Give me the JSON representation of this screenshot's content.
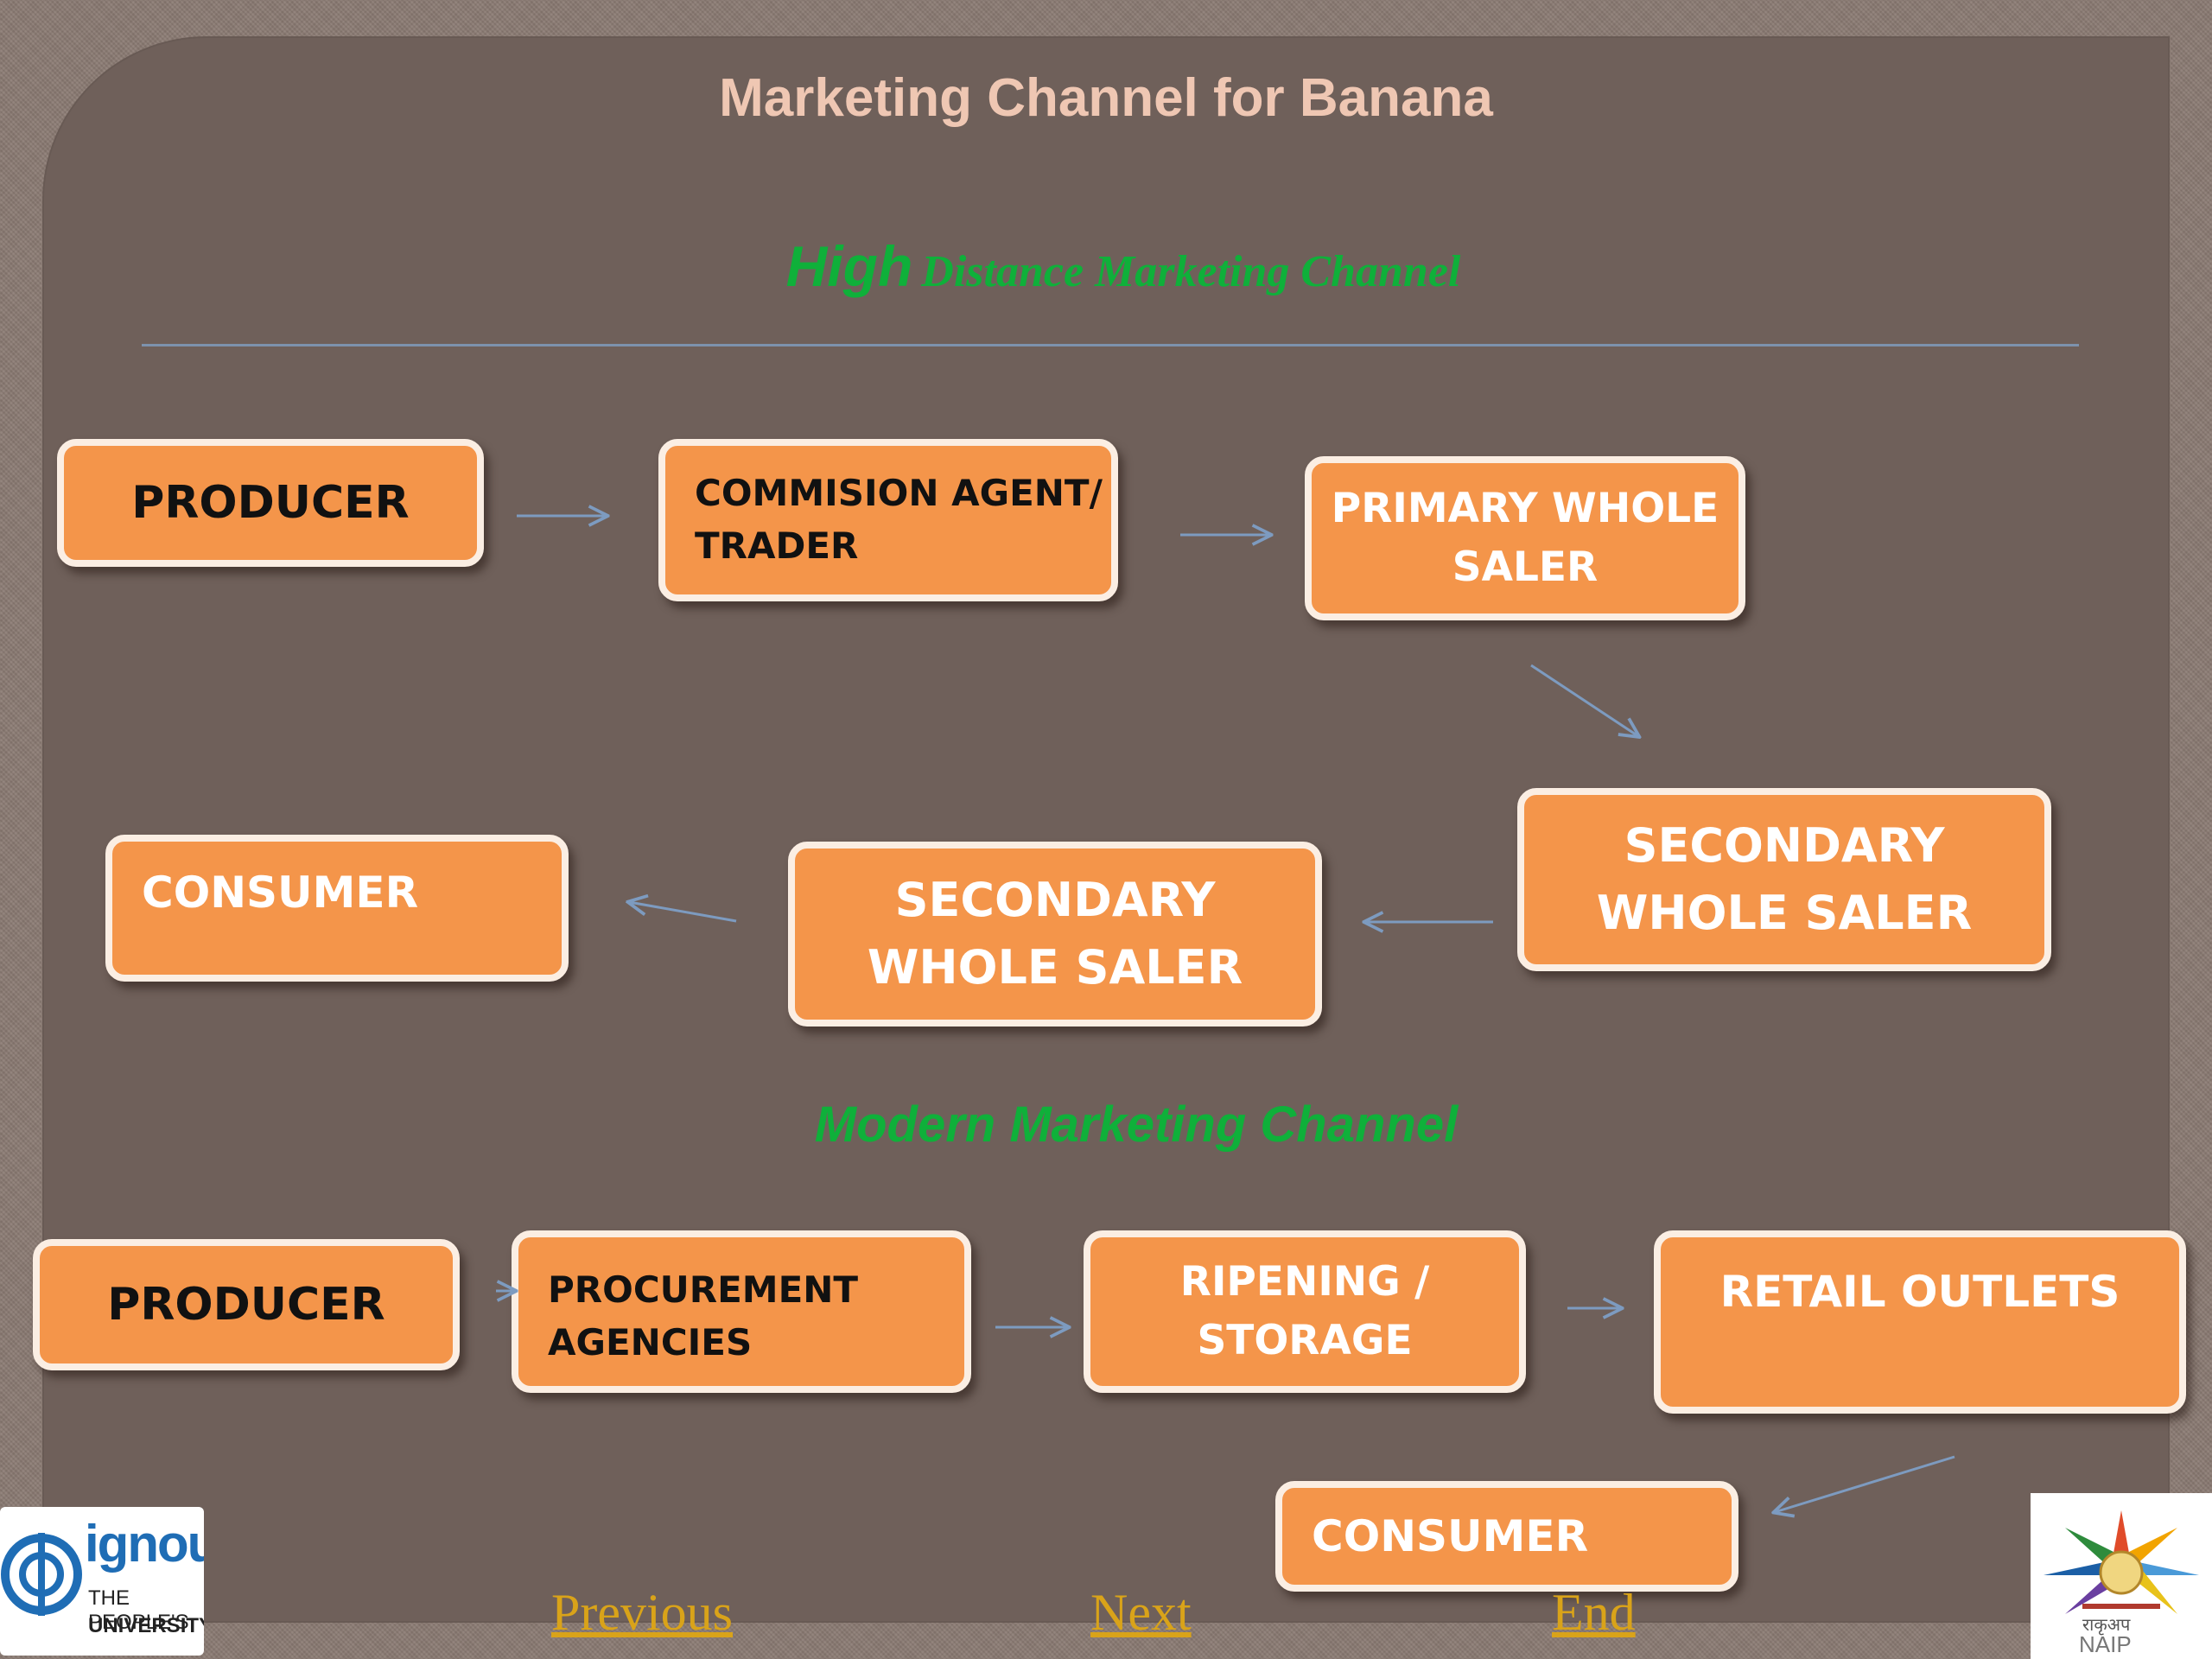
{
  "slide": {
    "title": "Marketing Channel for Banana",
    "section1": {
      "prefix": "High",
      "rest": "Distance Marketing Channel"
    },
    "section2": {
      "title": "Modern Marketing Channel"
    }
  },
  "high_distance_channel": {
    "nodes": {
      "producer": "PRODUCER",
      "commission_agent_line1": "COMMISION AGENT/",
      "commission_agent_line2": "TRADER",
      "primary_wholesaler_line1": "PRIMARY WHOLE",
      "primary_wholesaler_line2": "SALER",
      "secondary_wholesaler_a_line1": "SECONDARY",
      "secondary_wholesaler_a_line2": "WHOLE SALER",
      "secondary_wholesaler_b_line1": "SECONDARY",
      "secondary_wholesaler_b_line2": "WHOLE SALER",
      "consumer": "CONSUMER"
    }
  },
  "modern_channel": {
    "nodes": {
      "producer": "PRODUCER",
      "procurement_line1": "PROCUREMENT",
      "procurement_line2": "AGENCIES",
      "ripening_line1": "RIPENING /",
      "ripening_line2": "STORAGE",
      "retail": "RETAIL OUTLETS",
      "consumer": "CONSUMER"
    }
  },
  "navigation": {
    "previous": "Previous",
    "next": "Next",
    "end": "End"
  },
  "logos": {
    "ignou_name": "ignou",
    "ignou_tagline_line1": "THE PEOPLE'S",
    "ignou_tagline_line2": "UNIVERSITY",
    "naip_script": "राकृअप",
    "naip_name": "NAIP"
  },
  "colors": {
    "box_fill": "#f4954a",
    "box_border": "#fbeee3",
    "panel": "#6f605a",
    "title": "#efc7b3",
    "section_heading": "#0fb03a",
    "arrow": "#7d9bc0",
    "nav_link": "#d9a319"
  }
}
